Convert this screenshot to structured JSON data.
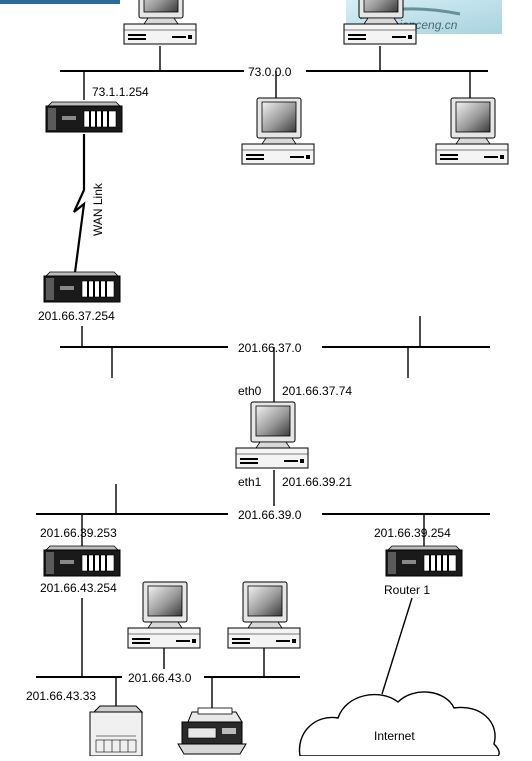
{
  "diagram": {
    "watermark": "www.bianceng.cn",
    "networks": {
      "net_73": "73.0.0.0",
      "net_201_37": "201.66.37.0",
      "net_201_39": "201.66.39.0",
      "net_201_43": "201.66.43.0"
    },
    "labels": {
      "router_top_addr": "73.1.1.254",
      "wan_link": "WAN Link",
      "router_mid_addr": "201.66.37.254",
      "gateway_eth0": "eth0",
      "gateway_eth0_addr": "201.66.37.74",
      "gateway_eth1": "eth1",
      "gateway_eth1_addr": "201.66.39.21",
      "router_left_upper_addr": "201.66.39.253",
      "router_left_lower_addr": "201.66.43.254",
      "router1_addr": "201.66.39.254",
      "router1_name": "Router 1",
      "server_addr": "201.66.43.33",
      "internet": "Internet"
    }
  }
}
